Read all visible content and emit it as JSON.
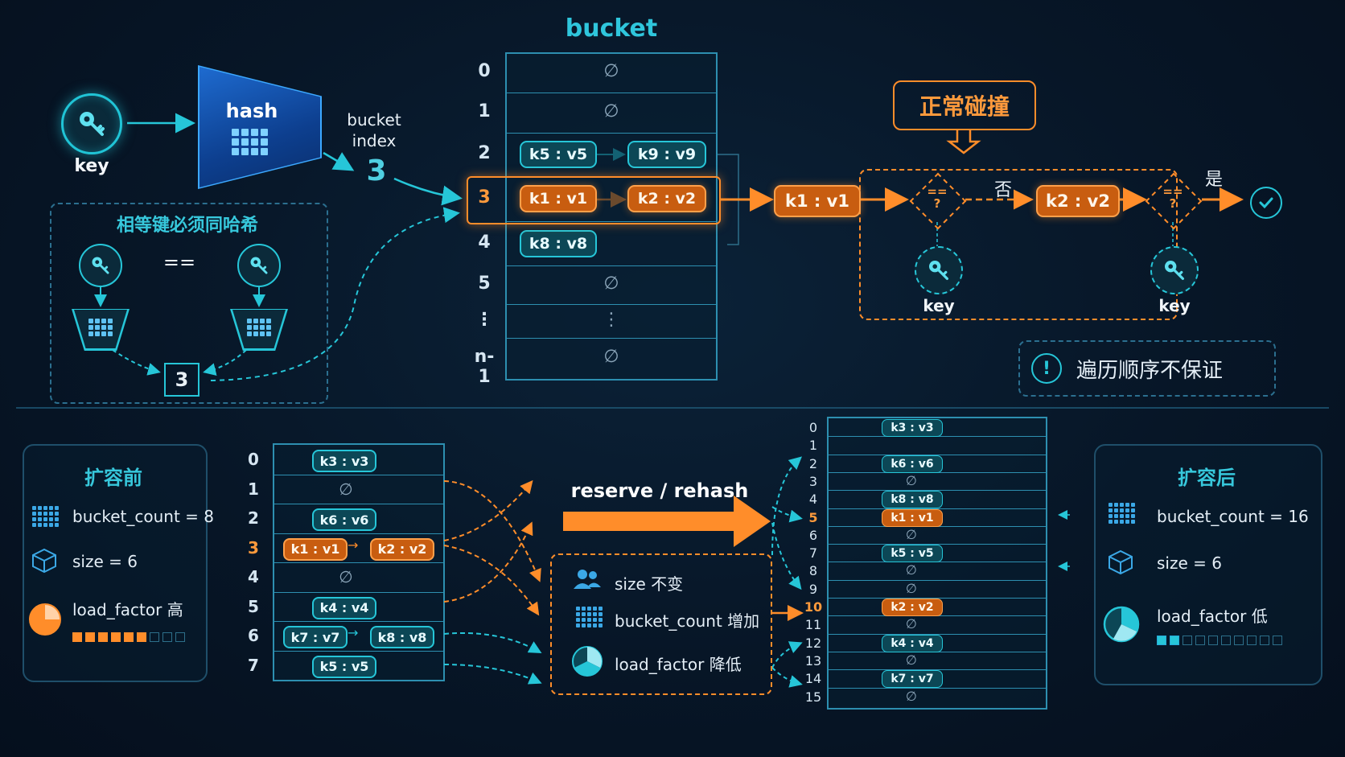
{
  "top": {
    "bucket_title": "bucket",
    "key_label": "key",
    "hash_label": "hash",
    "bucket_index_label_1": "bucket",
    "bucket_index_label_2": "index",
    "bucket_index_value": "3",
    "equal_keys_title": "相等键必须同哈希",
    "equal_op": "==",
    "equal_result": "3",
    "rows": [
      {
        "index": "0",
        "content": "∅"
      },
      {
        "index": "1",
        "content": "∅"
      },
      {
        "index": "2",
        "pairs": [
          "k5 : v5",
          "k9 : v9"
        ]
      },
      {
        "index": "3",
        "pairs": [
          "k1 : v1",
          "k2 : v2"
        ]
      },
      {
        "index": "4",
        "pairs": [
          "k8 : v8"
        ]
      },
      {
        "index": "5",
        "content": "∅"
      },
      {
        "index": "⋮",
        "content": "⋮"
      },
      {
        "index": "n-1",
        "content": "∅"
      }
    ],
    "collision_title": "正常碰撞",
    "chain_first": "k1 : v1",
    "chain_second": "k2 : v2",
    "compare_symbol_top": "==",
    "compare_symbol_bottom": "?",
    "no_label": "否",
    "yes_label": "是",
    "probe_key_1": "key",
    "probe_key_2": "key",
    "order_note": "遍历顺序不保证"
  },
  "bottom": {
    "before": {
      "title": "扩容前",
      "bucket_count": "bucket_count = 8",
      "size": "size = 6",
      "load_factor": "load_factor 高",
      "bar_filled": 6,
      "bar_total": 9
    },
    "after": {
      "title": "扩容后",
      "bucket_count": "bucket_count = 16",
      "size": "size = 6",
      "load_factor": "load_factor 低",
      "bar_filled": 2,
      "bar_total": 10
    },
    "old_rows": [
      {
        "index": "0",
        "pairs": [
          "k3 : v3"
        ]
      },
      {
        "index": "1",
        "content": "∅"
      },
      {
        "index": "2",
        "pairs": [
          "k6 : v6"
        ]
      },
      {
        "index": "3",
        "pairs": [
          "k1 : v1",
          "k2 : v2"
        ]
      },
      {
        "index": "4",
        "content": "∅"
      },
      {
        "index": "5",
        "pairs": [
          "k4 : v4"
        ]
      },
      {
        "index": "6",
        "pairs": [
          "k7 : v7",
          "k8 : v8"
        ]
      },
      {
        "index": "7",
        "pairs": [
          "k5 : v5"
        ]
      }
    ],
    "rehash_label": "reserve / rehash",
    "rehash_box": {
      "line1": "size 不变",
      "line2": "bucket_count 增加",
      "line3": "load_factor 降低"
    },
    "new_rows": [
      {
        "index": "0",
        "pair": "k3 : v3"
      },
      {
        "index": "1",
        "content": ""
      },
      {
        "index": "2",
        "pair": "k6 : v6"
      },
      {
        "index": "3",
        "content": "∅"
      },
      {
        "index": "4",
        "pair": "k8 : v8"
      },
      {
        "index": "5",
        "pair": "k1 : v1",
        "hot": true
      },
      {
        "index": "6",
        "content": "∅"
      },
      {
        "index": "7",
        "pair": "k5 : v5"
      },
      {
        "index": "8",
        "content": "∅"
      },
      {
        "index": "9",
        "content": "∅"
      },
      {
        "index": "10",
        "pair": "k2 : v2",
        "hot": true
      },
      {
        "index": "11",
        "content": "∅"
      },
      {
        "index": "12",
        "pair": "k4 : v4"
      },
      {
        "index": "13",
        "content": "∅"
      },
      {
        "index": "14",
        "pair": "k7 : v7"
      },
      {
        "index": "15",
        "content": "∅"
      }
    ]
  }
}
